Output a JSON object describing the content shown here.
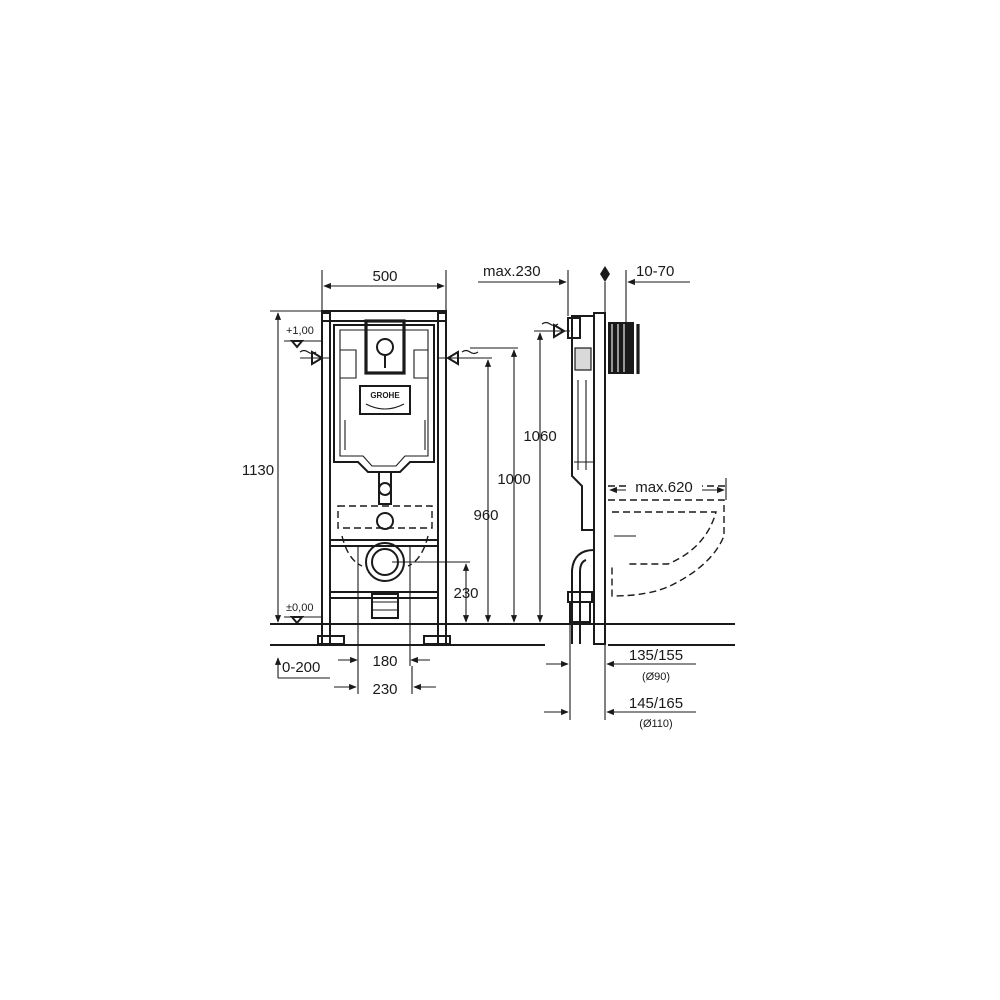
{
  "front_view": {
    "width_label": "500",
    "height_label": "1130",
    "level_top": "+1,00",
    "level_bottom": "±0,00",
    "dim_1000": "1000",
    "dim_960": "960",
    "dim_230_vertical": "230",
    "dim_0_200": "0-200",
    "dim_180": "180",
    "dim_230_horizontal": "230",
    "brand": "GROHE"
  },
  "side_view": {
    "max_230": "max.230",
    "range_10_70": "10-70",
    "dim_1060": "1060",
    "max_620": "max.620",
    "dim_135_155": "135/155",
    "note_d90": "(Ø90)",
    "dim_145_165": "145/165",
    "note_d110": "(Ø110)"
  }
}
